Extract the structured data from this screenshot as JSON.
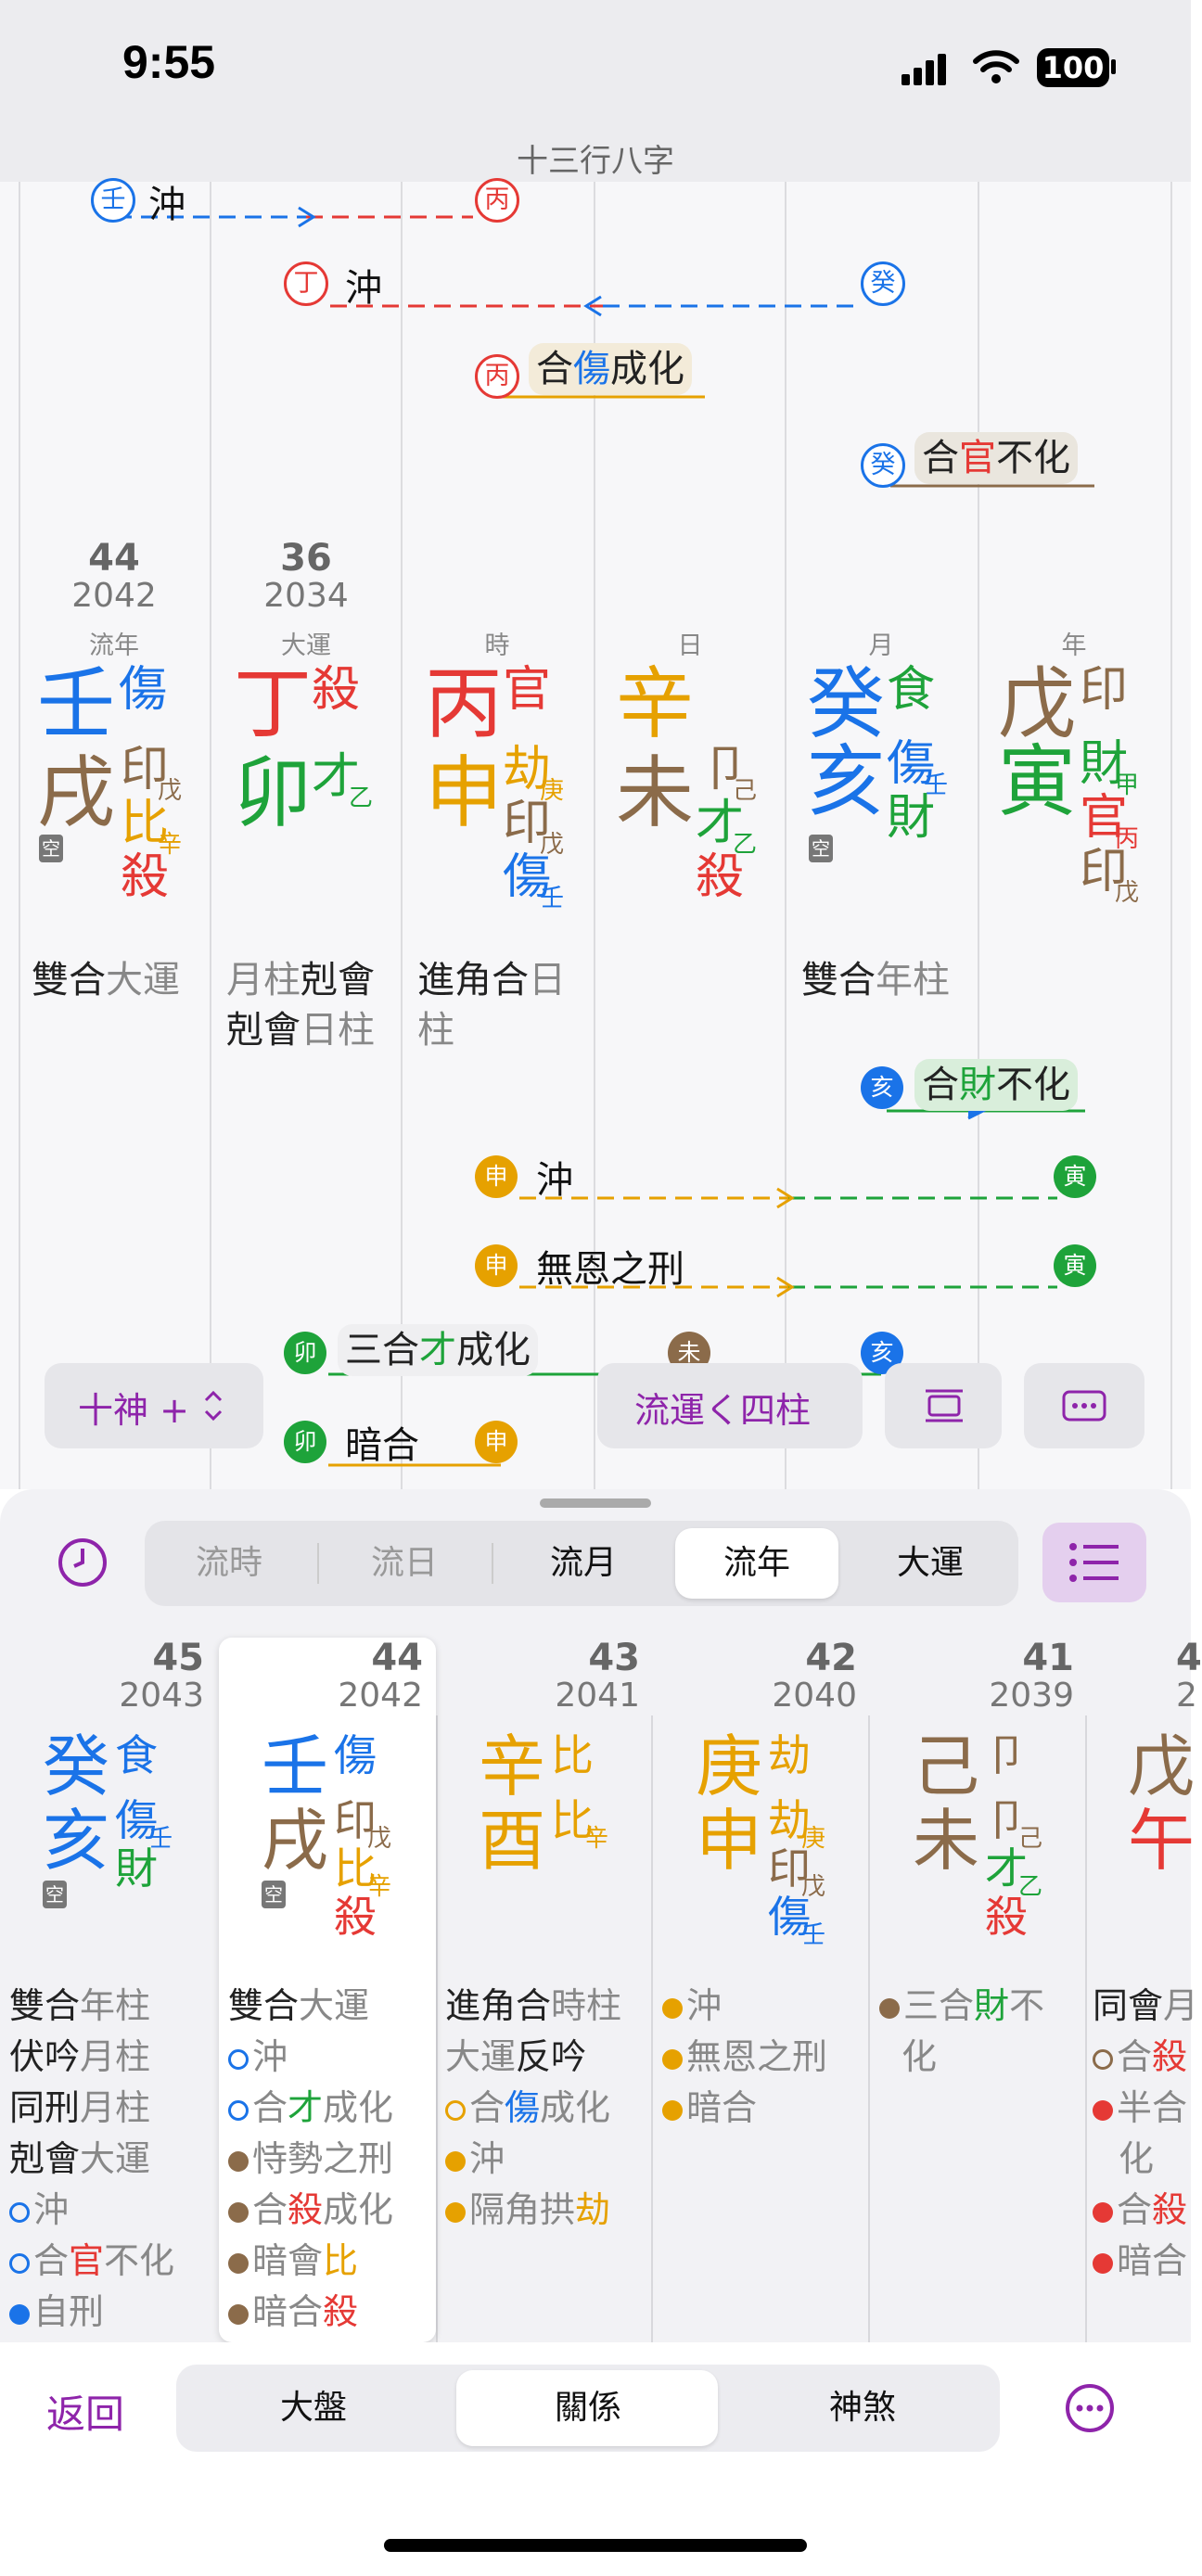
{
  "status": {
    "time": "9:55",
    "battery": "100"
  },
  "nav": {
    "title": "十三行八字"
  },
  "top_relations": [
    {
      "a": "壬",
      "mid": "沖",
      "b": "丙"
    },
    {
      "a": "丁",
      "mid": "沖",
      "b": "癸"
    },
    {
      "a": "丙",
      "t1": "合",
      "t2": "傷",
      "t3": "成化"
    },
    {
      "a": "癸",
      "t1": "合",
      "t2": "官",
      "t3": "不化"
    }
  ],
  "pillars": [
    {
      "age": "44",
      "year": "2042",
      "type": "流年",
      "stem": "壬",
      "stem_god": "傷",
      "branch": "戌",
      "hidden": [
        [
          "印",
          "戊"
        ],
        [
          "比",
          "辛"
        ],
        [
          "殺",
          ""
        ]
      ],
      "kong": "空",
      "note": [
        [
          "雙合",
          ""
        ],
        [
          "大運",
          "g"
        ]
      ]
    },
    {
      "age": "36",
      "year": "2034",
      "type": "大運",
      "stem": "丁",
      "stem_god": "殺",
      "branch": "卯",
      "hidden": [
        [
          "才",
          "乙"
        ]
      ],
      "note": [
        [
          "月柱",
          "g"
        ],
        [
          "剋會",
          ""
        ]
      ],
      "note2": [
        [
          "剋會",
          ""
        ],
        [
          "日柱",
          "g"
        ]
      ]
    },
    {
      "type": "時",
      "stem": "丙",
      "stem_god": "官",
      "branch": "申",
      "hidden": [
        [
          "劫",
          "庚"
        ],
        [
          "印",
          "戊"
        ],
        [
          "傷",
          "壬"
        ]
      ],
      "note": [
        [
          "進角合",
          ""
        ],
        [
          "日",
          "g"
        ]
      ],
      "note2": [
        [
          "柱",
          "g"
        ]
      ]
    },
    {
      "type": "日",
      "stem": "辛",
      "stem_god": "",
      "branch": "未",
      "hidden": [
        [
          "卩",
          "己"
        ],
        [
          "才",
          "乙"
        ],
        [
          "殺",
          ""
        ]
      ]
    },
    {
      "type": "月",
      "stem": "癸",
      "stem_god": "食",
      "branch": "亥",
      "hidden": [
        [
          "傷",
          "壬"
        ],
        [
          "財",
          ""
        ]
      ],
      "kong": "空",
      "note": [
        [
          "雙合",
          ""
        ],
        [
          "年柱",
          "g"
        ]
      ]
    },
    {
      "type": "年",
      "stem": "戊",
      "stem_god": "印",
      "branch": "寅",
      "hidden": [
        [
          "財",
          "甲"
        ],
        [
          "官",
          "丙"
        ],
        [
          "印",
          "戊"
        ]
      ]
    }
  ],
  "bottom_relations": [
    {
      "a": "亥",
      "t1": "合",
      "t2": "財",
      "t3": "不化"
    },
    {
      "a": "申",
      "mid": "沖",
      "b": "寅"
    },
    {
      "a": "申",
      "mid": "無恩之刑",
      "b": "寅"
    },
    {
      "a": "卯",
      "t1": "三合",
      "t2": "才",
      "t3": "成化",
      "b": "未",
      "c": "亥"
    },
    {
      "a": "卯",
      "mid": "暗合",
      "b": "申"
    }
  ],
  "toolbar": {
    "shishen": "十神 +",
    "liuyun": "流運く四柱"
  },
  "segment": {
    "items": [
      "流時",
      "流日",
      "流月",
      "流年",
      "大運"
    ],
    "selected": "流年"
  },
  "years": [
    {
      "age": "45",
      "year": "2043",
      "stem": "癸",
      "stem_god": "食",
      "branch": "亥",
      "hidden": [
        [
          "傷",
          "壬"
        ],
        [
          "財",
          ""
        ]
      ],
      "kong": "空",
      "notes": [
        [
          "雙合",
          "年柱"
        ],
        [
          "伏吟",
          "月柱"
        ],
        [
          "同刑",
          "月柱"
        ],
        [
          "剋會",
          "大運"
        ],
        [
          "o沖",
          ""
        ],
        [
          "o合官",
          "不化"
        ],
        [
          "b自刑",
          ""
        ]
      ]
    },
    {
      "age": "44",
      "year": "2042",
      "stem": "壬",
      "stem_god": "傷",
      "branch": "戌",
      "hidden": [
        [
          "印",
          "戊"
        ],
        [
          "比",
          "辛"
        ],
        [
          "殺",
          ""
        ]
      ],
      "kong": "空",
      "notes": [
        [
          "雙合",
          "大運"
        ],
        [
          "o沖",
          ""
        ],
        [
          "o合才",
          "成化"
        ],
        [
          "m恃勢之刑",
          ""
        ],
        [
          "m合殺",
          "成化"
        ],
        [
          "m暗會比",
          ""
        ],
        [
          "m暗合殺",
          ""
        ]
      ]
    },
    {
      "age": "43",
      "year": "2041",
      "stem": "辛",
      "stem_god": "比",
      "branch": "酉",
      "hidden": [
        [
          "比",
          "辛"
        ]
      ],
      "notes": [
        [
          "進角合",
          "時柱"
        ],
        [
          "大運反吟",
          ""
        ],
        [
          "y合傷",
          "成化"
        ],
        [
          "Y沖",
          ""
        ],
        [
          "Y隔角拱劫",
          ""
        ]
      ]
    },
    {
      "age": "42",
      "year": "2040",
      "stem": "庚",
      "stem_god": "劫",
      "branch": "申",
      "hidden": [
        [
          "劫",
          "庚"
        ],
        [
          "印",
          "戊"
        ],
        [
          "傷",
          "壬"
        ]
      ],
      "notes": [
        [
          "Y沖",
          ""
        ],
        [
          "Y無恩之刑",
          ""
        ],
        [
          "Y暗合",
          ""
        ]
      ]
    },
    {
      "age": "41",
      "year": "2039",
      "stem": "己",
      "stem_god": "卩",
      "branch": "未",
      "hidden": [
        [
          "卩",
          "己"
        ],
        [
          "才",
          "乙"
        ],
        [
          "殺",
          ""
        ]
      ],
      "notes": [
        [
          "m三合財",
          "不"
        ],
        [
          "化",
          ""
        ]
      ]
    },
    {
      "age": "4",
      "year": "2",
      "stem": "戊",
      "stem_god": "",
      "branch": "午",
      "hidden": [],
      "notes": [
        [
          "同會",
          ""
        ],
        [
          "o合殺",
          ""
        ],
        [
          "r半合",
          ""
        ],
        [
          "化",
          ""
        ],
        [
          "r合殺",
          ""
        ],
        [
          "r暗合",
          ""
        ]
      ]
    }
  ],
  "tabbar": {
    "back": "返回",
    "items": [
      "大盤",
      "關係",
      "神煞"
    ],
    "selected": "關係"
  },
  "colors": {
    "water": "#1a73e8",
    "fire": "#e53935",
    "earth": "#8b6b4a",
    "metal": "#e6a100",
    "wood": "#1ea33a",
    "accent": "#8e24aa"
  }
}
